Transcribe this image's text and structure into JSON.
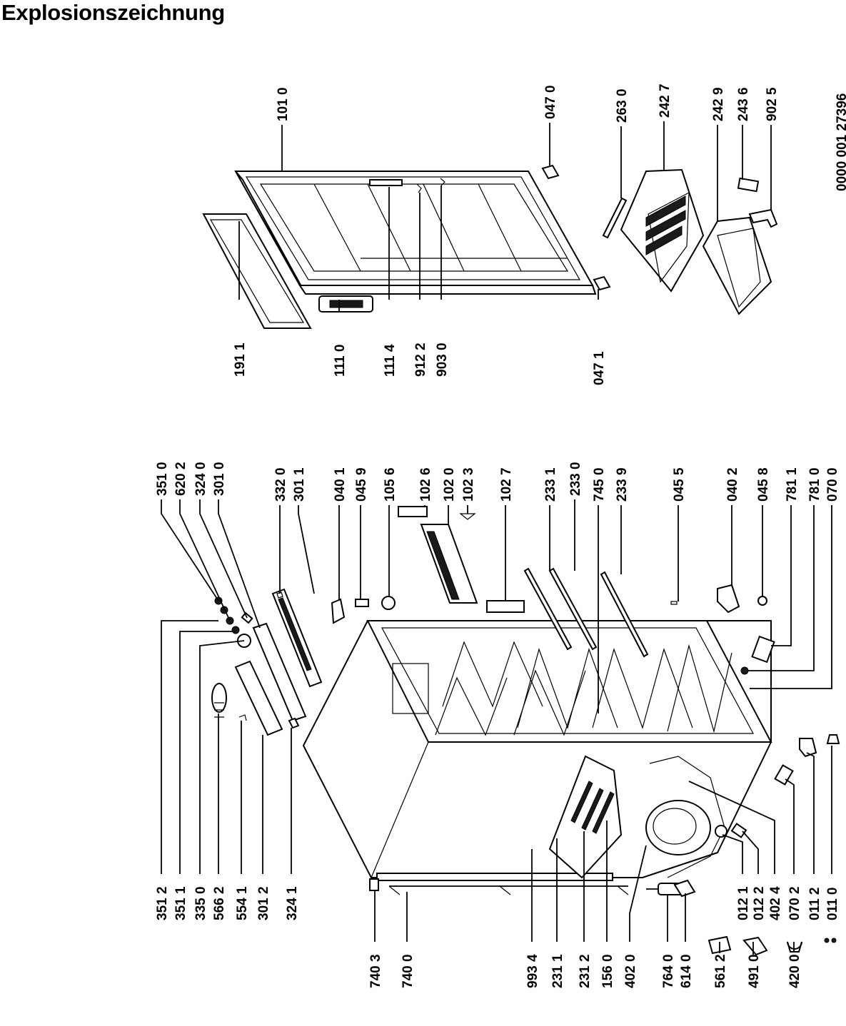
{
  "title": "Explosionszeichnung",
  "drawing_number": "0000 001 27396",
  "part_labels": [
    {
      "id": "l1010",
      "text": "101 0"
    },
    {
      "id": "l0470",
      "text": "047 0"
    },
    {
      "id": "l2630",
      "text": "263 0"
    },
    {
      "id": "l2427",
      "text": "242 7"
    },
    {
      "id": "l2429",
      "text": "242 9"
    },
    {
      "id": "l2436",
      "text": "243 6"
    },
    {
      "id": "l9025",
      "text": "902 5"
    },
    {
      "id": "l1911",
      "text": "191 1"
    },
    {
      "id": "l1110",
      "text": "111 0"
    },
    {
      "id": "l1114",
      "text": "111 4"
    },
    {
      "id": "l9122",
      "text": "912 2"
    },
    {
      "id": "l9030",
      "text": "903 0"
    },
    {
      "id": "l0471",
      "text": "047 1"
    },
    {
      "id": "l3510",
      "text": "351 0"
    },
    {
      "id": "l6202",
      "text": "620 2"
    },
    {
      "id": "l3240",
      "text": "324 0"
    },
    {
      "id": "l3010",
      "text": "301 0"
    },
    {
      "id": "l3320",
      "text": "332 0"
    },
    {
      "id": "l3011",
      "text": "301 1"
    },
    {
      "id": "l0401",
      "text": "040 1"
    },
    {
      "id": "l0459",
      "text": "045 9"
    },
    {
      "id": "l1056",
      "text": "105 6"
    },
    {
      "id": "l1026",
      "text": "102 6"
    },
    {
      "id": "l1020",
      "text": "102 0"
    },
    {
      "id": "l1023",
      "text": "102 3"
    },
    {
      "id": "l1027",
      "text": "102 7"
    },
    {
      "id": "l2331",
      "text": "233 1"
    },
    {
      "id": "l2330",
      "text": "233 0"
    },
    {
      "id": "l7450",
      "text": "745 0"
    },
    {
      "id": "l2339",
      "text": "233 9"
    },
    {
      "id": "l0455",
      "text": "045 5"
    },
    {
      "id": "l0402",
      "text": "040 2"
    },
    {
      "id": "l0458",
      "text": "045 8"
    },
    {
      "id": "l7811",
      "text": "781 1"
    },
    {
      "id": "l7810",
      "text": "781 0"
    },
    {
      "id": "l0700",
      "text": "070 0"
    },
    {
      "id": "l3512",
      "text": "351 2"
    },
    {
      "id": "l3511",
      "text": "351 1"
    },
    {
      "id": "l3350",
      "text": "335 0"
    },
    {
      "id": "l5662",
      "text": "566 2"
    },
    {
      "id": "l5541",
      "text": "554 1"
    },
    {
      "id": "l3012",
      "text": "301 2"
    },
    {
      "id": "l3241",
      "text": "324 1"
    },
    {
      "id": "l7403",
      "text": "740 3"
    },
    {
      "id": "l7400",
      "text": "740 0"
    },
    {
      "id": "l9934",
      "text": "993 4"
    },
    {
      "id": "l2311",
      "text": "231 1"
    },
    {
      "id": "l2312",
      "text": "231 2"
    },
    {
      "id": "l1560",
      "text": "156 0"
    },
    {
      "id": "l4020",
      "text": "402 0"
    },
    {
      "id": "l7640",
      "text": "764 0"
    },
    {
      "id": "l6140",
      "text": "614 0"
    },
    {
      "id": "l5612",
      "text": "561 2"
    },
    {
      "id": "l4910",
      "text": "491 0"
    },
    {
      "id": "l4200",
      "text": "420 0"
    },
    {
      "id": "l0121",
      "text": "012 1"
    },
    {
      "id": "l0122",
      "text": "012 2"
    },
    {
      "id": "l4024",
      "text": "402 4"
    },
    {
      "id": "l0702",
      "text": "070 2"
    },
    {
      "id": "l0112",
      "text": "011 2"
    },
    {
      "id": "l0110",
      "text": "011 0"
    }
  ]
}
